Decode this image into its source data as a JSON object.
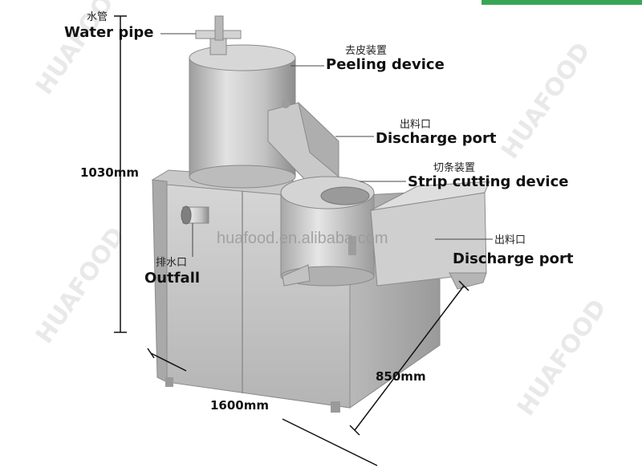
{
  "labels": {
    "water_pipe_cn": "水管",
    "water_pipe_en": "Water pipe",
    "peeling_cn": "去皮装置",
    "peeling_en": "Peeling device",
    "discharge1_cn": "出料口",
    "discharge1_en": "Discharge port",
    "strip_cn": "切条装置",
    "strip_en": "Strip cutting device",
    "discharge2_cn": "出料口",
    "discharge2_en": "Discharge port",
    "outfall_cn": "排水口",
    "outfall_en": "Outfall"
  },
  "dimensions": {
    "height": "1030mm",
    "depth": "850mm",
    "width": "1600mm"
  },
  "watermark": {
    "brand": "HUAFOOD",
    "website": "huafood.en.alibaba.com"
  },
  "colors": {
    "steel_light": "#dcdcdc",
    "steel_mid": "#bdbdbd",
    "steel_dark": "#8f8f8f",
    "accent_bar": "#3aa655"
  }
}
